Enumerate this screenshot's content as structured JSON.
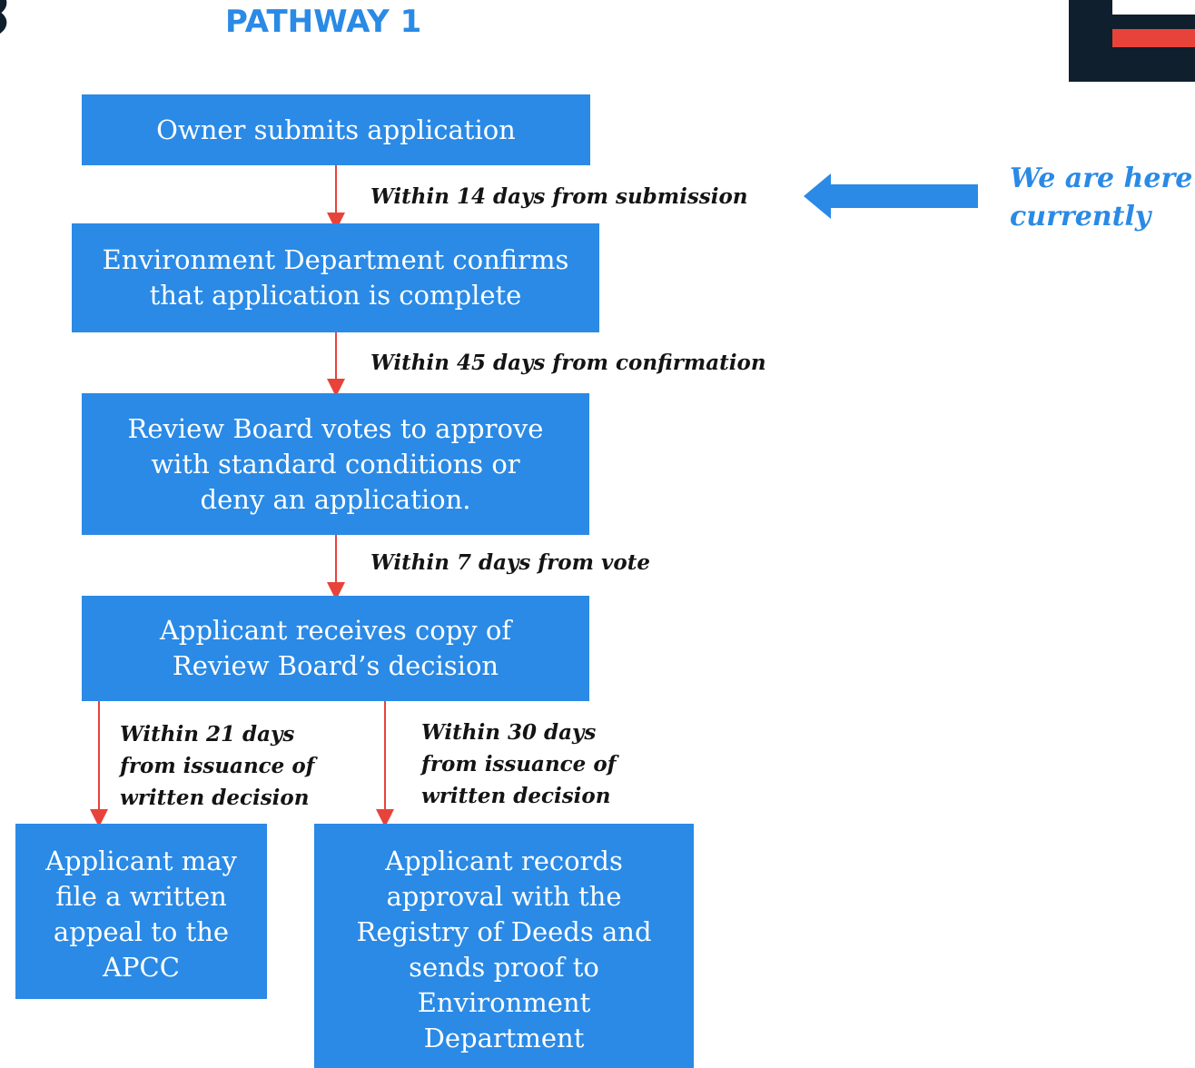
{
  "title": "PATHWAY 1",
  "colors": {
    "box": "#2a8ae6",
    "connector": "#e8433a",
    "logo_dark": "#0f1f2d",
    "logo_accent": "#e8433a",
    "here_text": "#2a8ae6"
  },
  "nodes": {
    "submit": "Owner submits application",
    "confirm": [
      "Environment Department confirms",
      "that application is complete"
    ],
    "vote": [
      "Review Board votes to approve",
      "with standard conditions or",
      "deny an application."
    ],
    "receive": [
      "Applicant receives copy of",
      "Review Board’s decision"
    ],
    "appeal": [
      "Applicant may",
      "file a written",
      "appeal to the",
      "APCC"
    ],
    "record": [
      "Applicant records",
      "approval with the",
      "Registry of Deeds and",
      "sends proof to",
      "Environment",
      "Department"
    ]
  },
  "edges": {
    "e1": "Within 14 days from submission",
    "e2": "Within 45 days from confirmation",
    "e3": "Within 7 days from vote",
    "e4": [
      "Within 21 days",
      "from issuance of",
      "written decision"
    ],
    "e5": [
      "Within 30 days",
      "from issuance of",
      "written decision"
    ]
  },
  "indicator": [
    "We are here",
    "currently"
  ]
}
